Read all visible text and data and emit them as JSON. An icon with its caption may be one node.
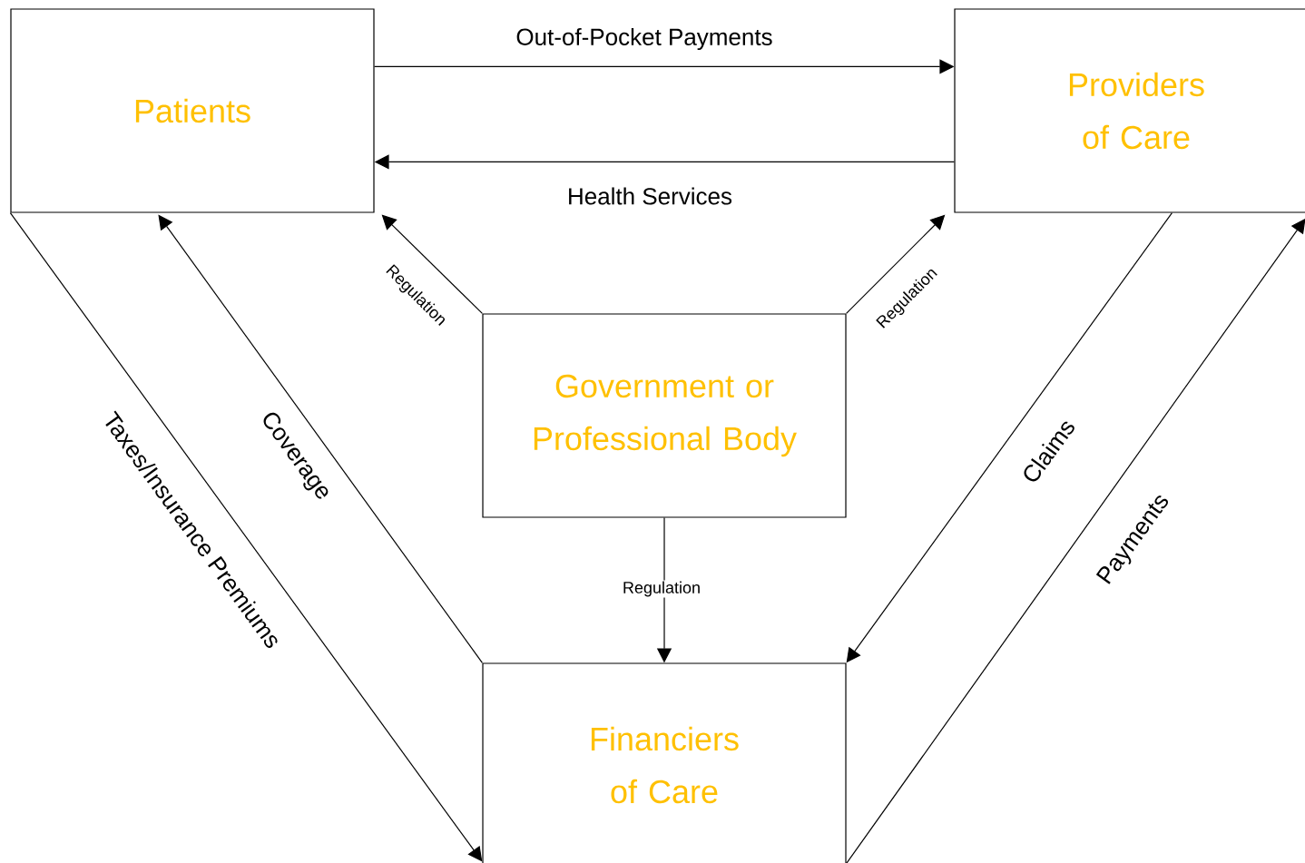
{
  "diagram": {
    "nodes": [
      {
        "text": [
          "Patients"
        ]
      },
      {
        "text": [
          "Providers of Care"
        ]
      },
      {
        "text": [
          "Government or Professional Body"
        ]
      },
      {
        "text": [
          "Financiers of Care"
        ]
      }
    ],
    "edges": [
      {
        "from": 0,
        "to": 1,
        "arrow": "to",
        "label": "Out-of-Pocket Payments"
      },
      {
        "from": 1,
        "to": 0,
        "arrow": "to",
        "label": "Health Services"
      },
      {
        "from": 2,
        "to": 0,
        "arrow": "to",
        "label": "Regulation"
      },
      {
        "from": 2,
        "to": 1,
        "arrow": "to",
        "label": "Regulation"
      },
      {
        "from": 2,
        "to": 3,
        "arrow": "to",
        "label": "Regulation"
      },
      {
        "from": 0,
        "to": 3,
        "arrow": "to",
        "label": "Taxes/Insurance Premiums"
      },
      {
        "from": 3,
        "to": 0,
        "arrow": "to",
        "label": "Coverage"
      },
      {
        "from": 1,
        "to": 3,
        "arrow": "to",
        "label": "Claims"
      },
      {
        "from": 3,
        "to": 1,
        "arrow": "to",
        "label": "Payments"
      }
    ]
  }
}
